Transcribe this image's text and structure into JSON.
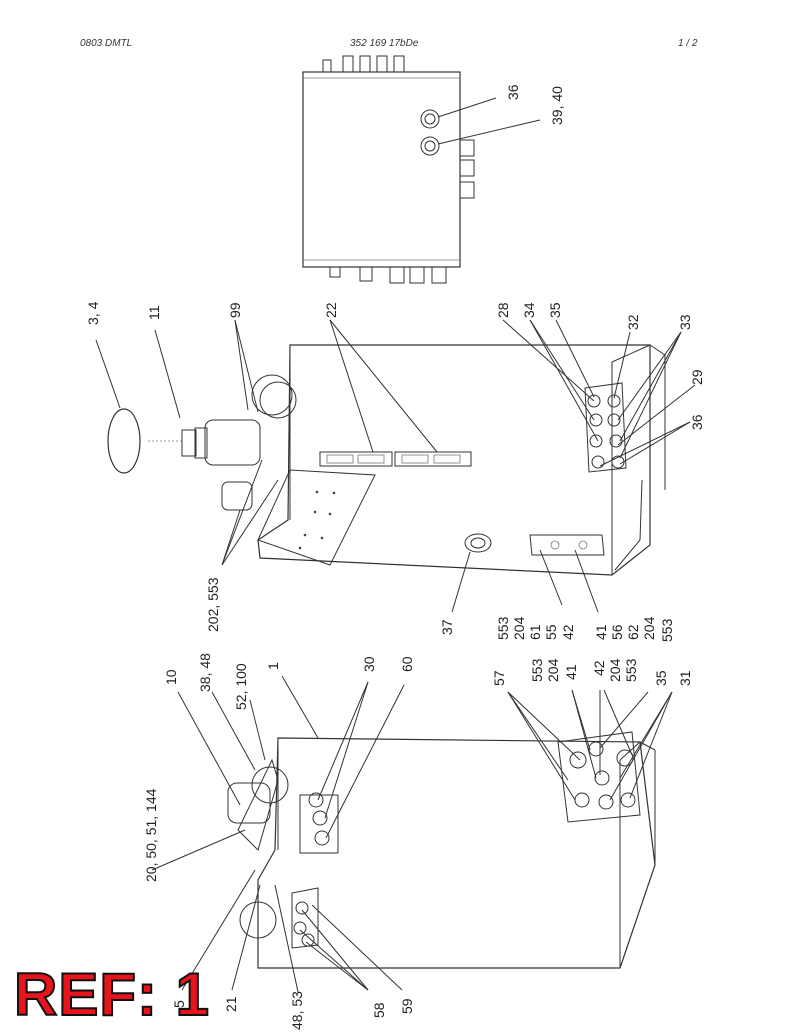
{
  "header": {
    "left": "0803 DMTL",
    "center": "352 169 17bDe",
    "page": "1 /  2"
  },
  "labels": {
    "l36a": "36",
    "l3940": "39, 40",
    "l34": "3, 4",
    "l11": "11",
    "l99": "99",
    "l22": "22",
    "l28": "28",
    "l34b": "34",
    "l35a": "35",
    "l32": "32",
    "l33": "33",
    "l29": "29",
    "l36b": "36",
    "l202553": "202, 553",
    "l37": "37",
    "c1": "553",
    "c2": "204",
    "c3": "61",
    "c4": "55",
    "c5": "42",
    "c6": "41",
    "c7": "56",
    "c8": "62",
    "c9": "204",
    "c10": "553",
    "l10": "10",
    "l3848": "38, 48",
    "l52100": "52, 100",
    "l1": "1",
    "l30": "30",
    "l60": "60",
    "l2050": "20, 50, 51, 144",
    "l57": "57",
    "d1": "553",
    "d2": "204",
    "d3": "41",
    "d4": "42",
    "d5": "204",
    "d6": "553",
    "l35b": "35",
    "l31": "31",
    "l5": "5",
    "l21": "21",
    "l4853": "48, 53",
    "l58": "58",
    "l59": "59"
  },
  "ref_stamp": "REF: 1"
}
